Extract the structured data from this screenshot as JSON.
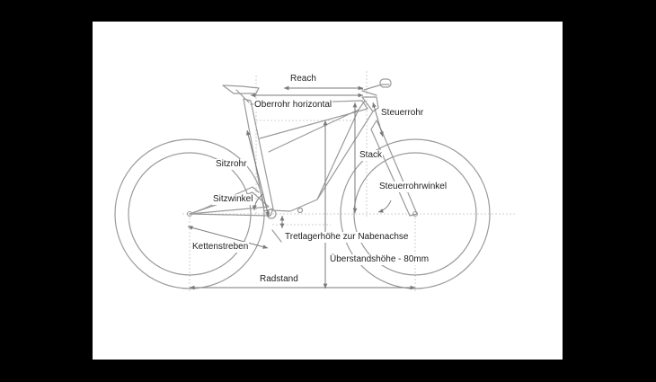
{
  "diagram": {
    "labels": {
      "reach": "Reach",
      "oberrohr": "Oberrohr horizontal",
      "steuerrohr": "Steuerrohr",
      "sitzrohr": "Sitzrohr",
      "stack": "Stack",
      "steuerrohrwinkel": "Steuerrohrwinkel",
      "sitzwinkel": "Sitzwinkel",
      "tretlager": "Tretlagerhöhe zur Nabenachse",
      "kettenstreben": "Kettenstreben",
      "ueberstand": "Überstandshöhe - 80mm",
      "radstand": "Radstand"
    },
    "colors": {
      "background": "#000000",
      "canvas": "#ffffff",
      "bike_line": "#9a9a9a",
      "dimension_line": "#7a7a7a",
      "guide_line": "#c4c4c4",
      "label_text": "#222222"
    }
  }
}
